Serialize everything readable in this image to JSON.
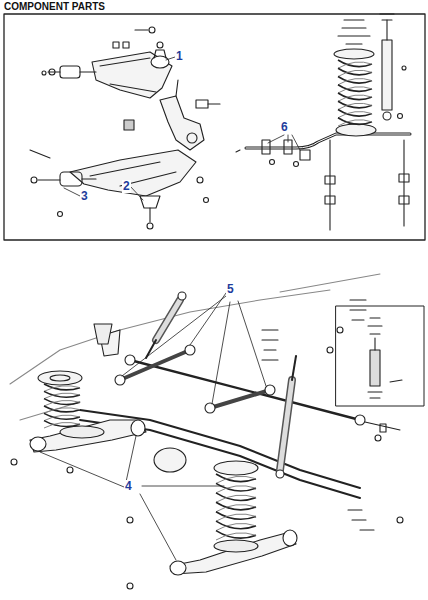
{
  "diagram": {
    "title": "COMPONENT PARTS",
    "labels": [
      "1",
      "2",
      "3",
      "6",
      "5",
      "4"
    ]
  }
}
